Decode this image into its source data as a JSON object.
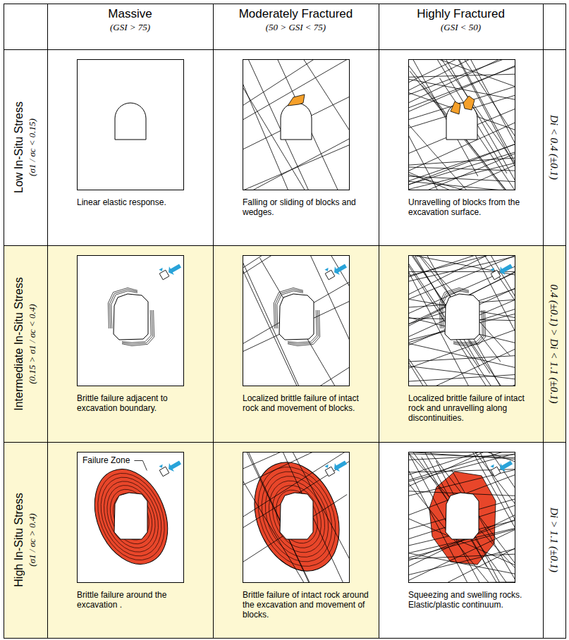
{
  "diagram": {
    "labels": [
      "Massive",
      "(GSI > 75)",
      "Moderately Fractured",
      "(50 > GSI < 75)",
      "Highly Fractured",
      "(GSI < 50)",
      "Low In-Situ Stress",
      "(σ1 / σc < 0.15)",
      "Linear elastic response.",
      "Falling or sliding of blocks and wedges.",
      "Unravelling of blocks from the excavation surface.",
      "Di < 0.4 (±0.1)",
      "Intermediate In-Situ Stress",
      "(0.15 > σ1 / σc < 0.4)",
      "Brittle failure adjacent to excavation boundary.",
      "Localized brittle failure of intact rock and movement of blocks.",
      "Localized brittle failure of intact rock and unravelling along discontinuities.",
      "0.4 (±0.1) > Di < 1.1 (±0.1)",
      "High In-Situ Stress",
      "(σ1 / σc > 0.4)",
      "Failure Zone",
      "Brittle failure around the excavation .",
      "Brittle failure of intact rock around the excavation and movement of blocks.",
      "Squeezing and swelling rocks. Elastic/plastic continuum.",
      "Di > 1.1 (±0.1)"
    ]
  }
}
